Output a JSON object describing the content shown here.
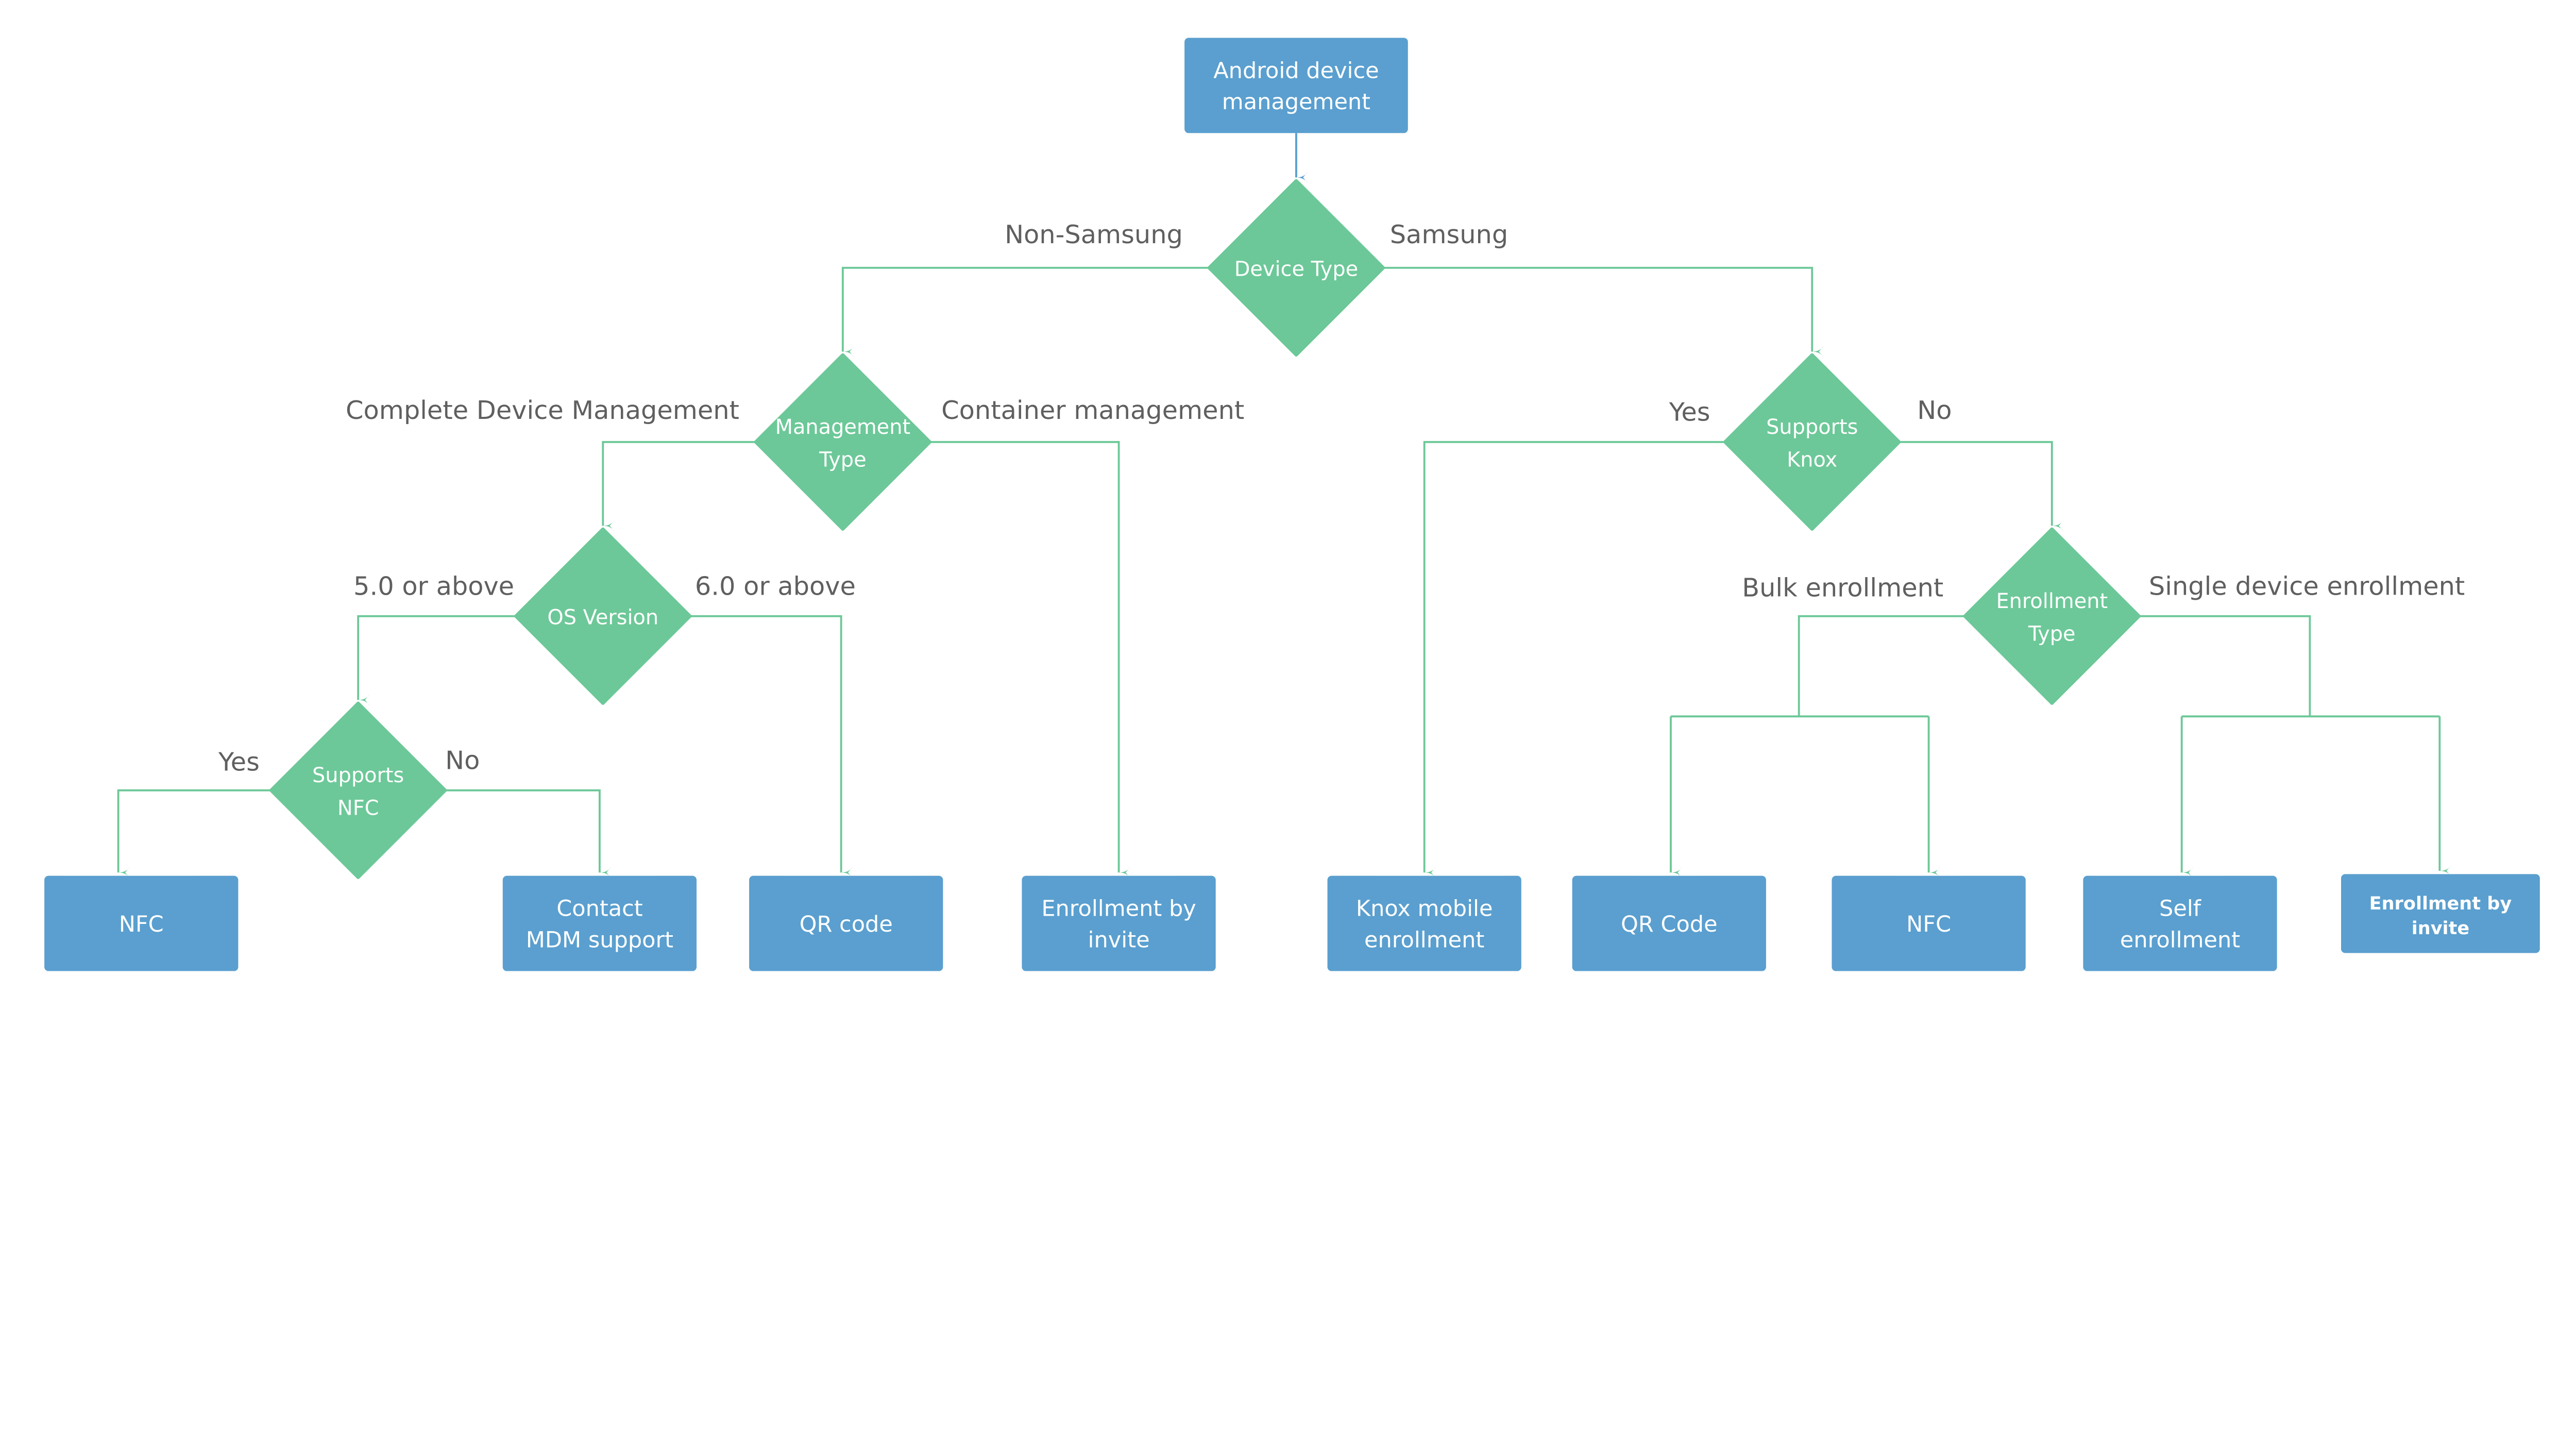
{
  "colors": {
    "process_box": "#5a9fcf",
    "decision": "#6cc898",
    "connector": "#6cc898",
    "label_text": "#5f5f5f",
    "background": "#ffffff"
  },
  "nodes": {
    "root": {
      "type": "process",
      "lines": [
        "Android device",
        "management"
      ]
    },
    "device_type": {
      "type": "decision",
      "lines": [
        "Device Type"
      ]
    },
    "management_type": {
      "type": "decision",
      "lines": [
        "Management",
        "Type"
      ]
    },
    "os_version": {
      "type": "decision",
      "lines": [
        "OS Version"
      ]
    },
    "supports_nfc": {
      "type": "decision",
      "lines": [
        "Supports",
        "NFC"
      ]
    },
    "supports_knox": {
      "type": "decision",
      "lines": [
        "Supports",
        "Knox"
      ]
    },
    "enrollment_type": {
      "type": "decision",
      "lines": [
        "Enrollment",
        "Type"
      ]
    },
    "nfc_left": {
      "type": "process",
      "lines": [
        "NFC"
      ]
    },
    "contact_mdm": {
      "type": "process",
      "lines": [
        "Contact",
        "MDM support"
      ]
    },
    "qr_left": {
      "type": "process",
      "lines": [
        "QR code"
      ]
    },
    "invite_left": {
      "type": "process",
      "lines": [
        "Enrollment by",
        "invite"
      ]
    },
    "knox_mobile": {
      "type": "process",
      "lines": [
        "Knox mobile",
        "enrollment"
      ]
    },
    "qr_right": {
      "type": "process",
      "lines": [
        "QR Code"
      ]
    },
    "nfc_right": {
      "type": "process",
      "lines": [
        "NFC"
      ]
    },
    "self_enroll": {
      "type": "process",
      "lines": [
        "Self",
        "enrollment"
      ]
    },
    "invite_right": {
      "type": "process",
      "lines": [
        "Enrollment by",
        "invite"
      ]
    }
  },
  "edge_labels": {
    "non_samsung": "Non-Samsung",
    "samsung": "Samsung",
    "complete_device": "Complete Device Management",
    "container": "Container management",
    "os_5": "5.0 or above",
    "os_6": "6.0 or above",
    "nfc_yes": "Yes",
    "nfc_no": "No",
    "knox_yes": "Yes",
    "knox_no": "No",
    "bulk": "Bulk enrollment",
    "single": "Single device enrollment"
  }
}
